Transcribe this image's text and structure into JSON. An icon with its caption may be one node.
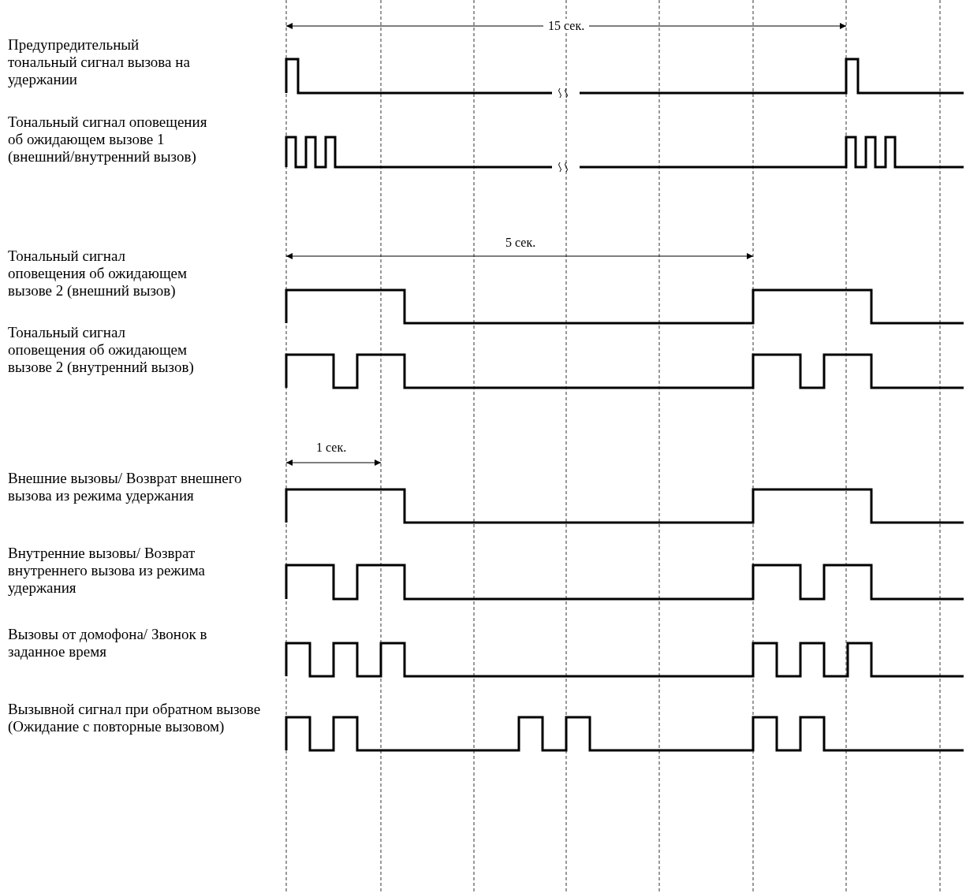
{
  "diagram": {
    "labels": [
      "15 сек.",
      "Предупредительный тональный сигнал вызова на удержании",
      "Тональный сигнал оповещения об ожидающем вызове 1 (внешний/внутренний вызов)",
      "5 сек.",
      "Тональный сигнал оповещения об ожидающем вызове 2 (внешний вызов)",
      "Тональный сигнал оповещения об ожидающем вызове 2 (внутренний вызов)",
      "1 сек.",
      "Внешние вызовы/ Возврат внешнего вызова из режима удержания",
      "Внутренние вызовы/ Возврат внутреннего вызова из режима удержания",
      "Вызовы от домофона/ Звонок в заданное время",
      "Вызывной сигнал при обратном вызове (Ожидание с повторные вызовом)"
    ]
  }
}
